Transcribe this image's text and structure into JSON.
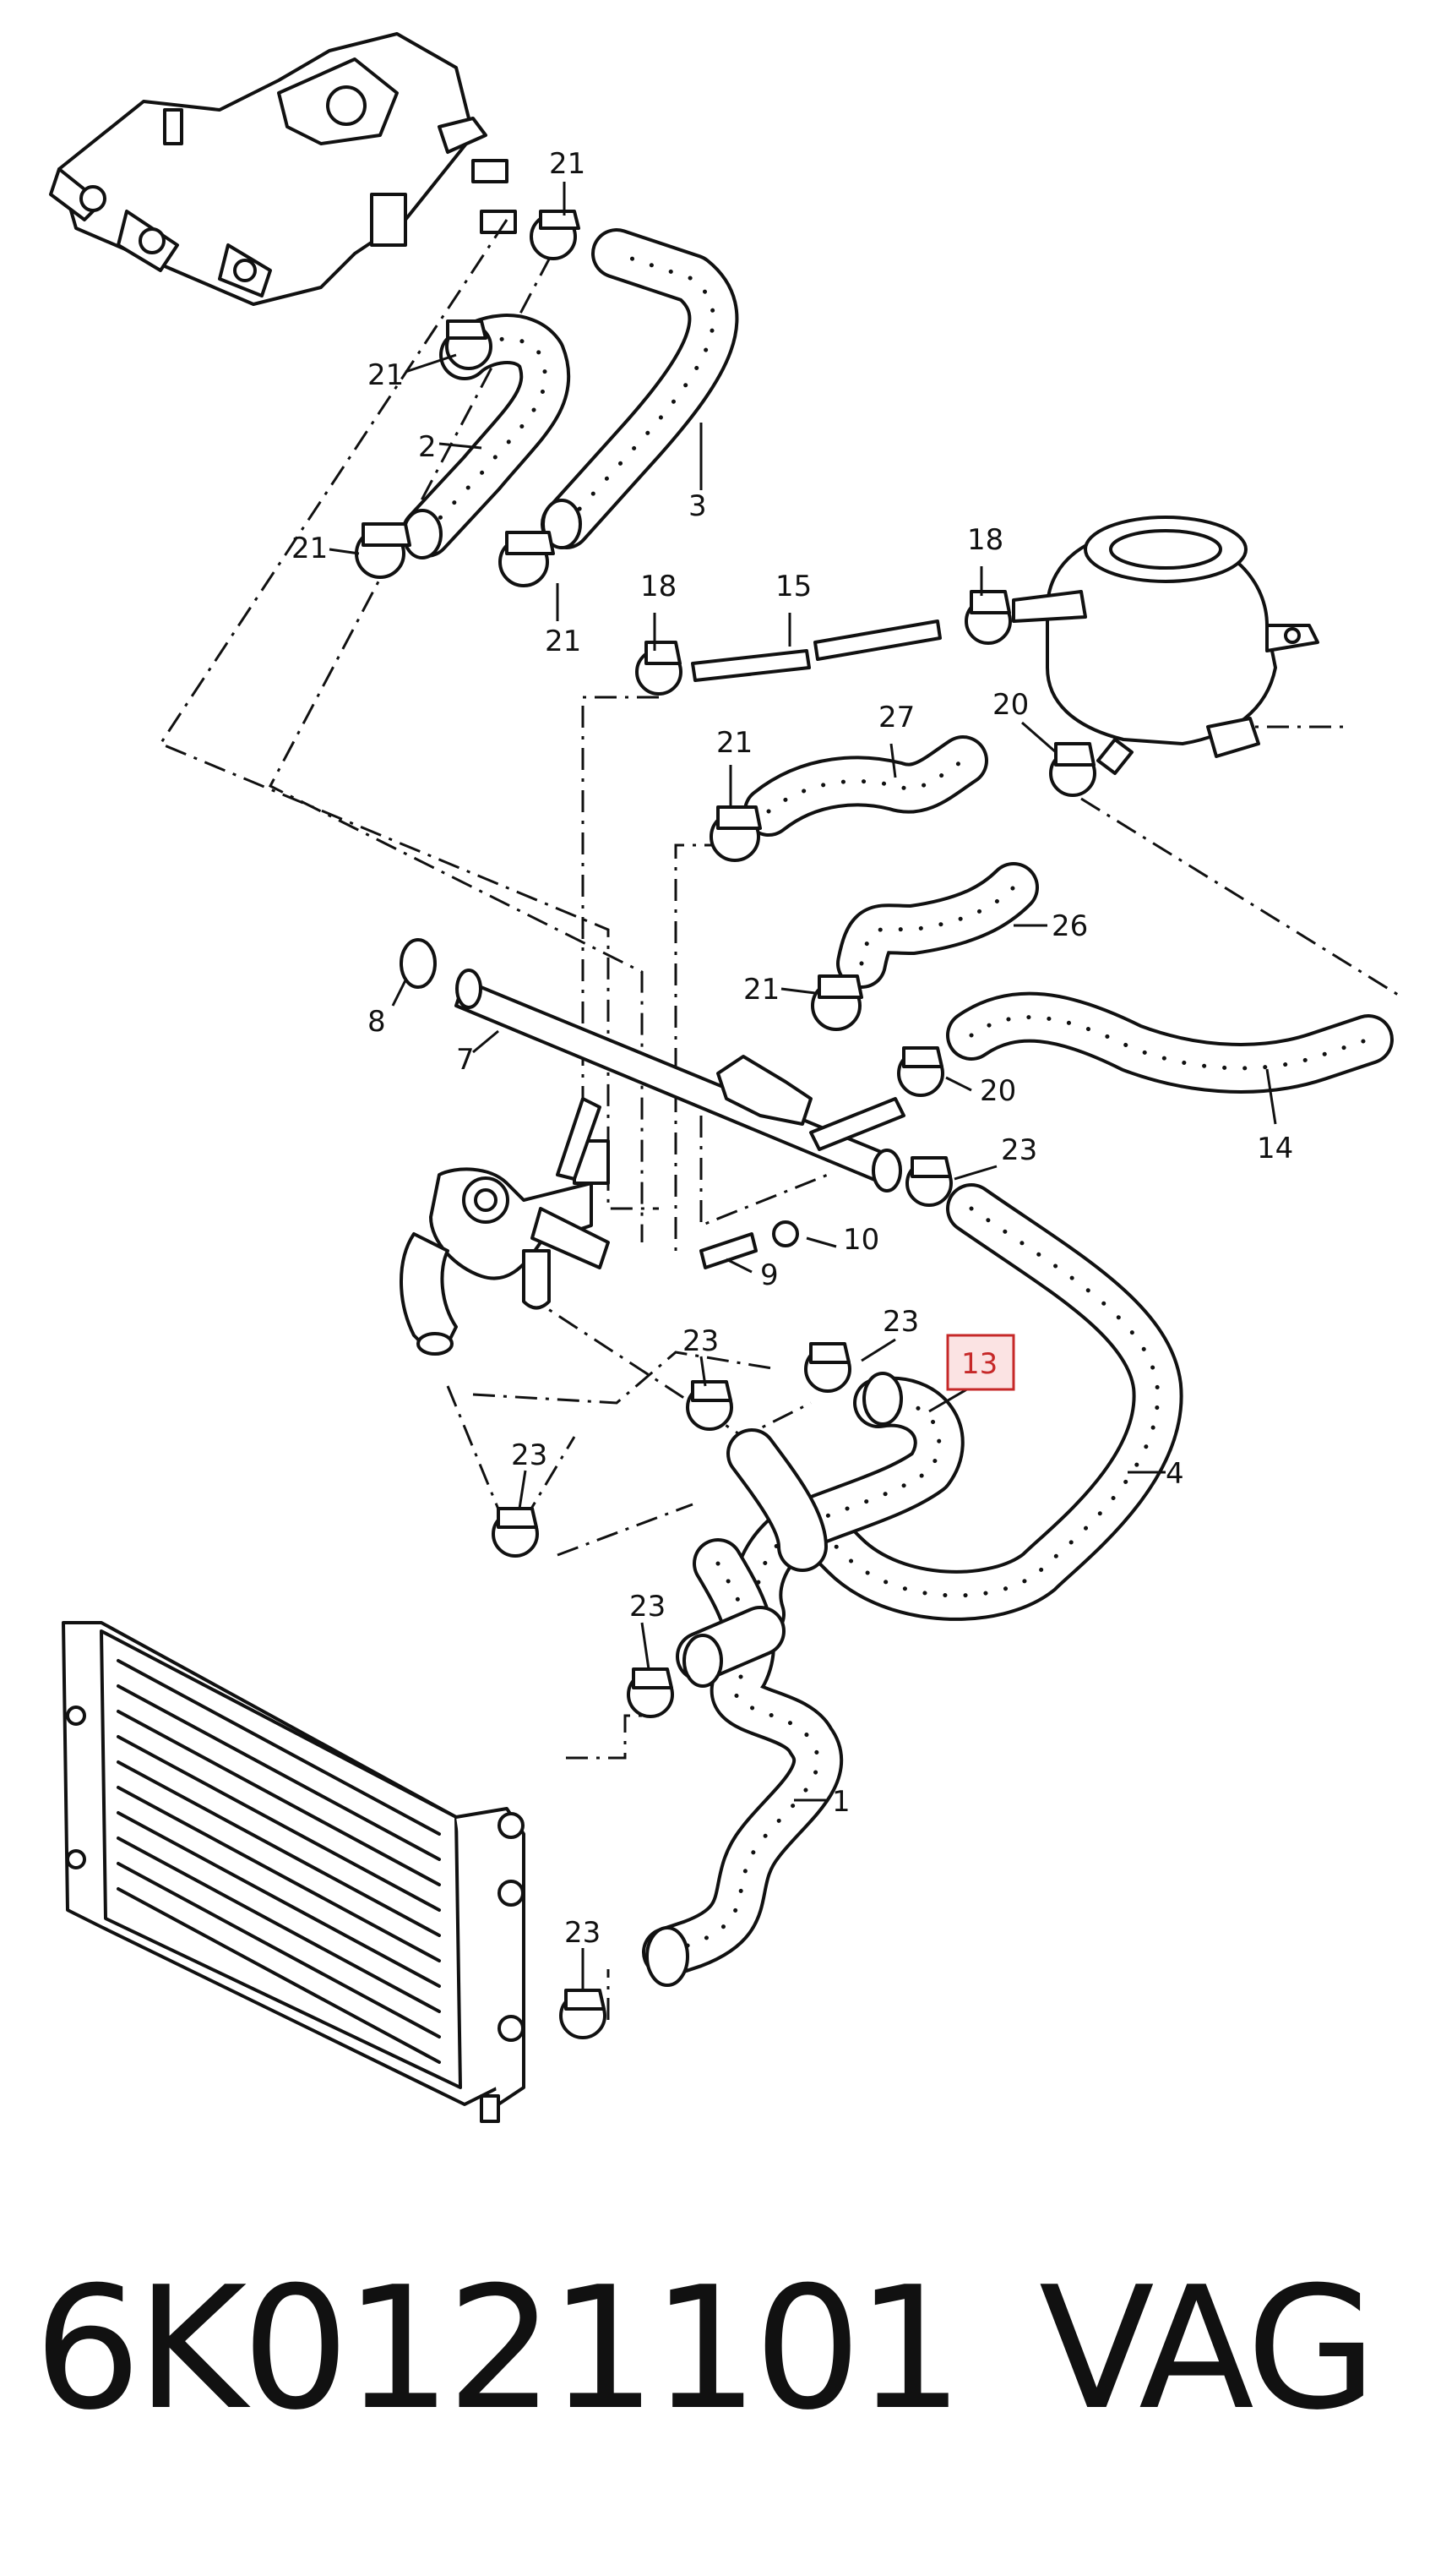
{
  "callouts": {
    "c21a": "21",
    "c21b": "21",
    "c21c": "21",
    "c21d": "21",
    "c21e": "21",
    "c21f": "21",
    "c2": "2",
    "c3": "3",
    "c18a": "18",
    "c18b": "18",
    "c15": "15",
    "c27": "27",
    "c20a": "20",
    "c20b": "20",
    "c26": "26",
    "c14": "14",
    "c8": "8",
    "c7": "7",
    "c23a": "23",
    "c23b": "23",
    "c23c": "23",
    "c23d": "23",
    "c23e": "23",
    "c23f": "23",
    "c13": "13",
    "c10": "10",
    "c9": "9",
    "c4": "4",
    "c1": "1"
  },
  "highlight": {
    "callout": "13",
    "color": "#c62828"
  },
  "footer": {
    "part_number": "6K0121101",
    "brand": "VAG"
  }
}
